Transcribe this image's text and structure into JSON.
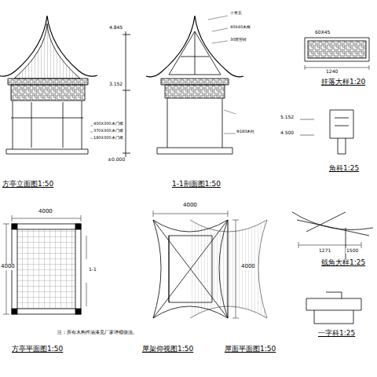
{
  "diagram": {
    "labels": [
      "方亭立面图1:50",
      "1-1剖面图1:50",
      "挂落大样1:20",
      "角科1:25",
      "戗角大样1:25",
      "方亭平面图1:50",
      "屋架仰视图1:50",
      "屋面平面图1:50",
      "一字科1:25",
      "4000",
      "4000",
      "注：所有木构件油漆见厂家详细做法。",
      "4000",
      "4000",
      "4.845",
      "3.152",
      "±0.000",
      "400X300木门槛",
      "370X300木门槛",
      "180X300木门槛",
      "小青瓦",
      "40X40木椽",
      "30厚望砖",
      "Φ180木柱",
      "5.152",
      "4.500",
      "1240",
      "60X45",
      "1271",
      "1500",
      "1-1"
    ]
  }
}
